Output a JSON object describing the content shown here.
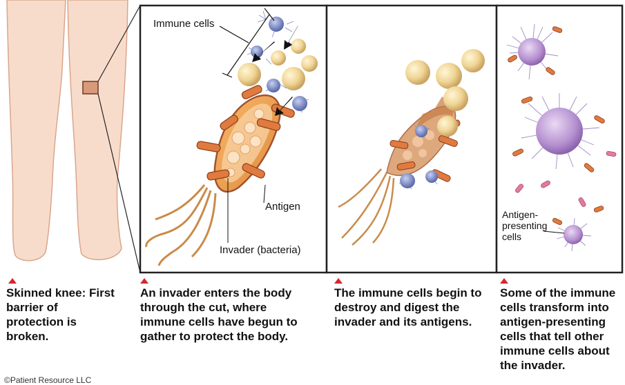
{
  "labels": {
    "immune_cells": "Immune cells",
    "antigen": "Antigen",
    "invader": "Invader (bacteria)",
    "apc_line1": "Antigen-",
    "apc_line2": "presenting",
    "apc_line3": "cells"
  },
  "captions": [
    "Skinned knee: First barrier of protection is broken.",
    "An invader enters the body through the cut, where immune cells have begun to gather to protect the body.",
    "The immune cells begin to destroy and digest the invader and its antigens.",
    "Some of the immune cells transform into antigen-presenting cells that tell other immune cells about the invader."
  ],
  "copyright": "©Patient Resource LLC",
  "colors": {
    "skin": "#f8dccb",
    "bacteria": "#e89a48",
    "antigen": "#d9713a",
    "immune_cell": "#f1d79a",
    "lymphocyte": "#6f7fc0",
    "apc": "#b48fcf",
    "marker": "#d8262e"
  }
}
